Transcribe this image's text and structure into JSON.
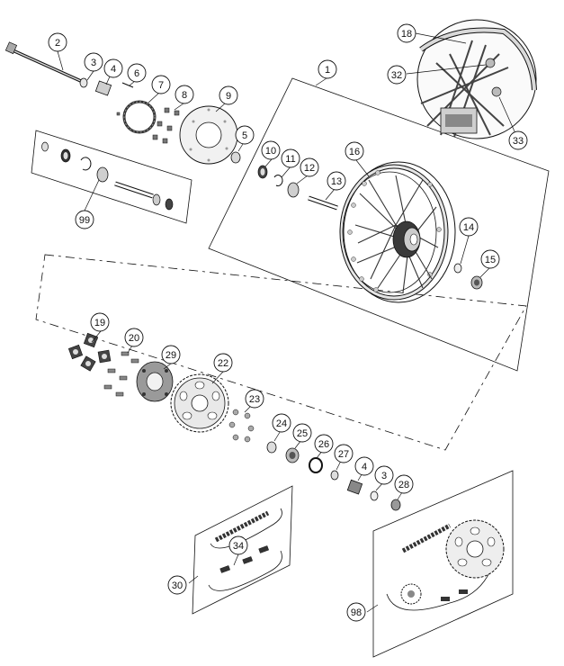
{
  "colors": {
    "ink": "#111111",
    "part_fill": "#d8d8d8",
    "part_dark": "#555555",
    "callout_fill": "#ffffff"
  },
  "callouts": {
    "n1": "1",
    "n2": "2",
    "n3a": "3",
    "n3b": "3",
    "n4a": "4",
    "n4b": "4",
    "n5": "5",
    "n6": "6",
    "n7": "7",
    "n8": "8",
    "n9": "9",
    "n10": "10",
    "n11": "11",
    "n12": "12",
    "n13": "13",
    "n14": "14",
    "n15": "15",
    "n16": "16",
    "n18": "18",
    "n19": "19",
    "n20": "20",
    "n22": "22",
    "n23": "23",
    "n24": "24",
    "n25": "25",
    "n26": "26",
    "n27": "27",
    "n28": "28",
    "n29": "29",
    "n30": "30",
    "n32": "32",
    "n33": "33",
    "n34": "34",
    "n98": "98",
    "n99": "99"
  }
}
